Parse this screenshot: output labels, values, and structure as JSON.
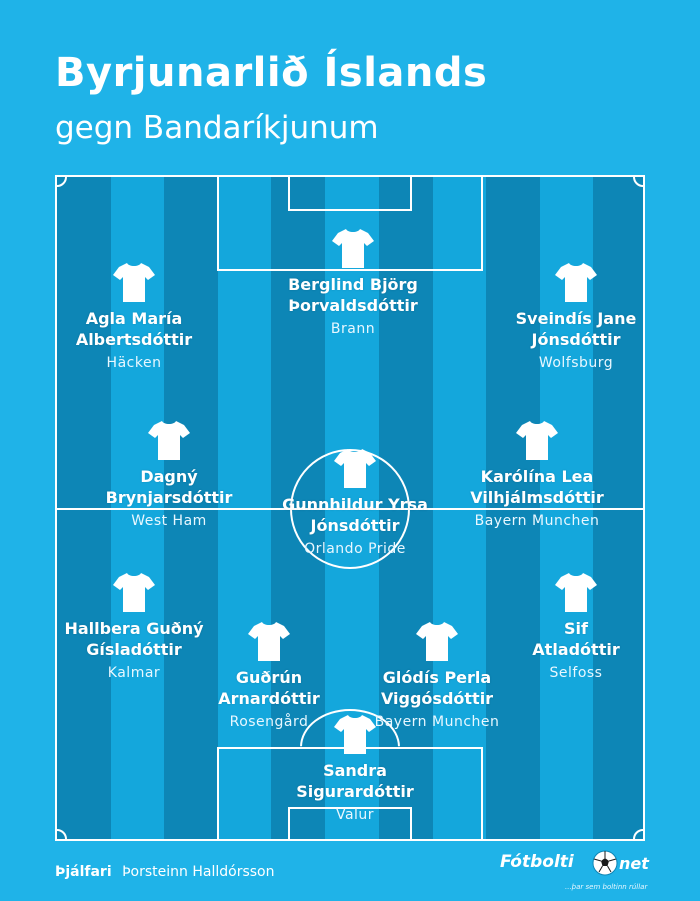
{
  "header": {
    "title": "Byrjunarlið Íslands",
    "subtitle": "gegn Bandaríkjunum"
  },
  "players": [
    {
      "name": "Berglind Björg\nÞorvaldsdóttir",
      "club": "Brann"
    },
    {
      "name": "Agla María\nAlbertsdóttir",
      "club": "Häcken"
    },
    {
      "name": "Sveindís Jane\nJónsdóttir",
      "club": "Wolfsburg"
    },
    {
      "name": "Dagný\nBrynjarsdóttir",
      "club": "West Ham"
    },
    {
      "name": "Gunnhildur Yrsa\nJónsdóttir",
      "club": "Orlando Pride"
    },
    {
      "name": "Karólína Lea\nVilhjálmsdóttir",
      "club": "Bayern Munchen"
    },
    {
      "name": "Hallbera Guðný\nGísladóttir",
      "club": "Kalmar"
    },
    {
      "name": "Guðrún\nArnardóttir",
      "club": "Rosengård"
    },
    {
      "name": "Glódís Perla\nViggósdóttir",
      "club": "Bayern Munchen"
    },
    {
      "name": "Sif\nAtladóttir",
      "club": "Selfoss"
    },
    {
      "name": "Sandra\nSigurardóttir",
      "club": "Valur"
    }
  ],
  "footer": {
    "coach_label": "Þjálfari",
    "coach_name": "Þorsteinn Halldórsson",
    "logo_text": "Fótbolti",
    "logo_suffix": "net",
    "logo_tagline": "...þar sem boltinn rúllar"
  },
  "colors": {
    "background": "#1fb3e8",
    "stripe_light": "#14a7dc",
    "stripe_dark": "#0d86b6",
    "lines": "#ffffff"
  }
}
